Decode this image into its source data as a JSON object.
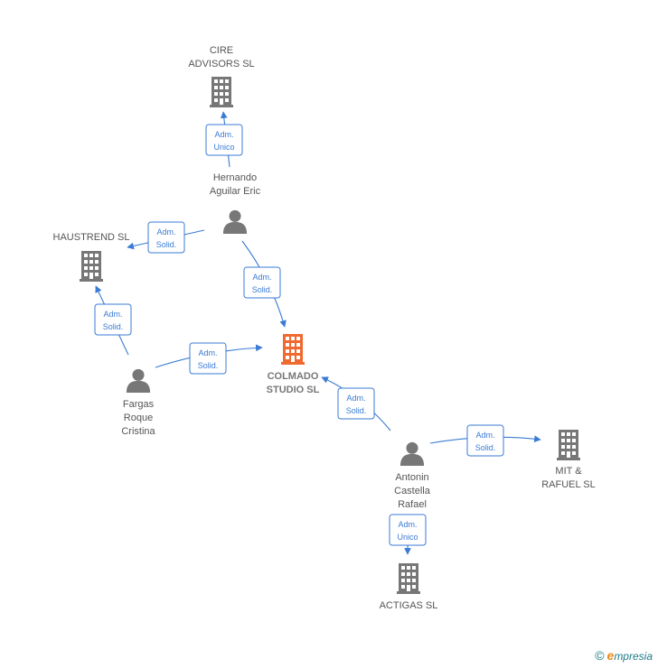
{
  "nodes": {
    "cire": {
      "lines": [
        "CIRE",
        "ADVISORS  SL"
      ],
      "kind": "company"
    },
    "haustrend": {
      "lines": [
        "HAUSTREND  SL"
      ],
      "kind": "company"
    },
    "colmado": {
      "lines": [
        "COLMADO",
        "STUDIO  SL"
      ],
      "kind": "company-main"
    },
    "mit": {
      "lines": [
        "MIT &",
        "RAFUEL  SL"
      ],
      "kind": "company"
    },
    "actigas": {
      "lines": [
        "ACTIGAS SL"
      ],
      "kind": "company"
    },
    "hernando": {
      "lines": [
        "Hernando",
        "Aguilar Eric"
      ],
      "kind": "person"
    },
    "fargas": {
      "lines": [
        "Fargas",
        "Roque",
        "Cristina"
      ],
      "kind": "person"
    },
    "antonin": {
      "lines": [
        "Antonin",
        "Castella",
        "Rafael"
      ],
      "kind": "person"
    }
  },
  "edges": [
    {
      "id": "hernando-cire",
      "from": "hernando",
      "to": "cire",
      "label": [
        "Adm.",
        "Unico"
      ]
    },
    {
      "id": "hernando-haustrend",
      "from": "hernando",
      "to": "haustrend",
      "label": [
        "Adm.",
        "Solid."
      ]
    },
    {
      "id": "hernando-colmado",
      "from": "hernando",
      "to": "colmado",
      "label": [
        "Adm.",
        "Solid."
      ]
    },
    {
      "id": "fargas-haustrend",
      "from": "fargas",
      "to": "haustrend",
      "label": [
        "Adm.",
        "Solid."
      ]
    },
    {
      "id": "fargas-colmado",
      "from": "fargas",
      "to": "colmado",
      "label": [
        "Adm.",
        "Solid."
      ]
    },
    {
      "id": "antonin-colmado",
      "from": "antonin",
      "to": "colmado",
      "label": [
        "Adm.",
        "Solid."
      ]
    },
    {
      "id": "antonin-mit",
      "from": "antonin",
      "to": "mit",
      "label": [
        "Adm.",
        "Solid."
      ]
    },
    {
      "id": "antonin-actigas",
      "from": "antonin",
      "to": "actigas",
      "label": [
        "Adm.",
        "Unico"
      ]
    }
  ],
  "colors": {
    "company": "#777777",
    "company_main": "#f06a30",
    "person": "#777777",
    "edge": "#3a7bd5"
  },
  "brand": {
    "copyright": "©",
    "initial": "e",
    "rest": "mpresia"
  }
}
